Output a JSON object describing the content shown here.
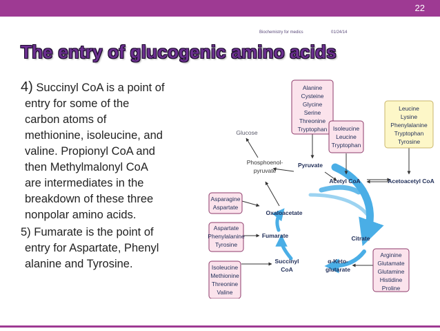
{
  "slide": {
    "number": "22",
    "footer_left": "Biochemistry for medics",
    "footer_right": "01/24/14"
  },
  "title": "The entry of glucogenic amino acids",
  "point4": {
    "num": "4)",
    "lines": [
      "Succinyl CoA is a point of",
      "entry for some of the",
      "carbon atoms of",
      "methionine, isoleucine, and",
      "valine. Propionyl CoA and",
      "then Methylmalonyl CoA",
      "are intermediates in the",
      "breakdown of these three",
      "nonpolar amino acids."
    ]
  },
  "point5": {
    "lines": [
      "5) Fumarate is the point of",
      "entry for Aspartate, Phenyl",
      "alanine and Tyrosine."
    ]
  },
  "diagram": {
    "boxes": {
      "pyruvate_aa": [
        "Alanine",
        "Cysteine",
        "Glycine",
        "Serine",
        "Threonine",
        "Tryptophan"
      ],
      "acetyl_aa": [
        "Isoleucine",
        "Leucine",
        "Tryptophan"
      ],
      "acetoacetyl_aa": [
        "Leucine",
        "Lysine",
        "Phenylalanine",
        "Tryptophan",
        "Tyrosine"
      ],
      "oxaloacetate_aa": [
        "Asparagine",
        "Aspartate"
      ],
      "fumarate_aa": [
        "Aspartate",
        "Phenylalanine",
        "Tyrosine"
      ],
      "succinyl_aa": [
        "Isoleucine",
        "Methionine",
        "Threonine",
        "Valine"
      ],
      "ketoglutarate_aa": [
        "Arginine",
        "Glutamate",
        "Glutamine",
        "Histidine",
        "Proline"
      ]
    },
    "labels": {
      "glucose": "Glucose",
      "pep": [
        "Phosphoenol-",
        "pyruvate"
      ],
      "pyruvate": "Pyruvate",
      "acetyl_coa": "Acetyl CoA",
      "acetoacetyl_coa": "Acetoacetyl CoA",
      "oxaloacetate": "Oxaloacetate",
      "citrate": "Citrate",
      "fumarate": "Fumarate",
      "succinyl": [
        "Succinyl",
        "CoA"
      ],
      "ketoglutarate": [
        "α-Keto-",
        "glutarate"
      ]
    },
    "colors": {
      "box_fill": "#fbe3ec",
      "box_border": "#8e3a6a",
      "yellow_fill": "#fdf7c8",
      "yellow_border": "#c9b56a",
      "cycle_blue": "#4aaee6",
      "label_navy": "#1f2d57"
    }
  }
}
